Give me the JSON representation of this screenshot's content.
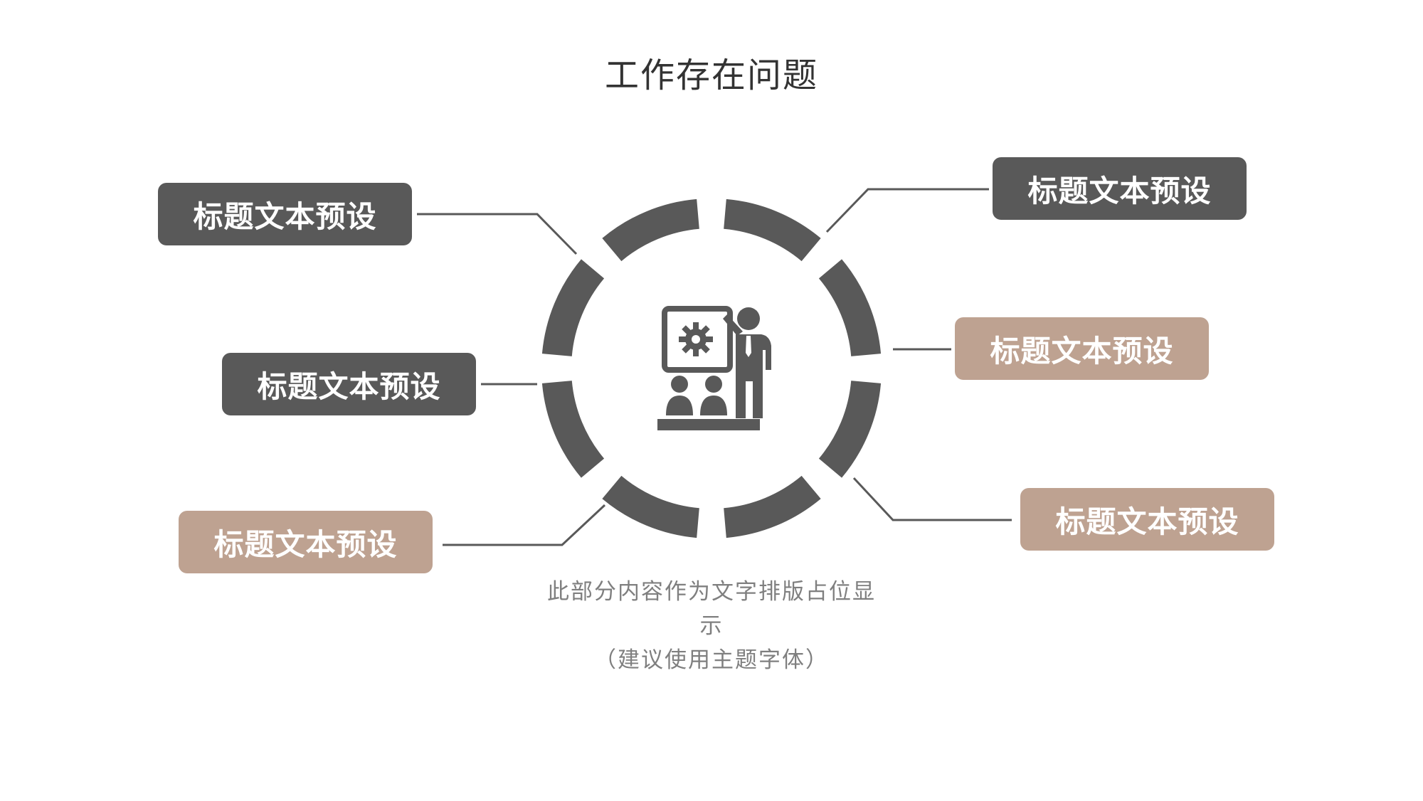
{
  "slide": {
    "title": "工作存在问题",
    "labels": [
      {
        "text": "标题文本预设",
        "style": "dark"
      },
      {
        "text": "标题文本预设",
        "style": "dark"
      },
      {
        "text": "标题文本预设",
        "style": "tan"
      },
      {
        "text": "标题文本预设",
        "style": "dark"
      },
      {
        "text": "标题文本预设",
        "style": "tan"
      },
      {
        "text": "标题文本预设",
        "style": "tan"
      }
    ],
    "caption": {
      "line1": "此部分内容作为文字排版占位显",
      "line2": "示",
      "line3": "（建议使用主题字体）"
    },
    "center_icon": "presenter-with-audience-icon"
  },
  "colors": {
    "dark": "#595959",
    "tan": "#bea291",
    "connector": "#595959",
    "caption": "#7f7f7f"
  }
}
